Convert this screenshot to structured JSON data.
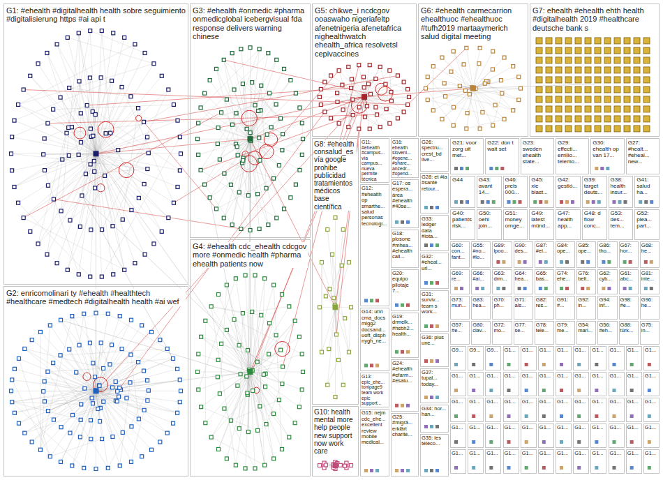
{
  "diagram": {
    "nodes": [
      {
        "text": [
          "G1: #ehealth #digitalhealth health sobre seguimiento #digitalisierung https #ai api t"
        ]
      },
      {
        "text": [
          "G3: #ehealth #onmedic #pharma onmedicglobal icebergvisual fda response delivers warning chinese"
        ]
      },
      {
        "text": [
          "G5: chikwe_i ncdcgov ooaswaho nigeriafeltp afenetnigeria afenetafrica nighealthwatch ehealth_africa resolvetsl cepivaccines"
        ]
      },
      {
        "text": [
          "G6: #ehealth carmecarrion ehealthuoc #ehealthuoc #tufh2019 martaaymerich salud digital meeting"
        ]
      },
      {
        "text": [
          "G7: ehealth #ehealth ehth health #digitalhealth 2019 #healthcare deutsche bank s"
        ]
      },
      {
        "text": [
          "G8: #ehealth consalud_es vía google prohibe publicidad tratamientos médicos base científica"
        ]
      },
      {
        "text": [
          "G11: #ehealth #campus... vía campus... nueva permite técnica"
        ]
      },
      {
        "text": [
          "G12: #ehealth op smarthe... salud personas tecnologí..."
        ]
      },
      {
        "text": [
          "G14: uhn cma_docs mlgg2 docsand... uoft_dlsph nygh_ne..."
        ]
      },
      {
        "text": [
          "G13: epic_ehe... tonipage9 team work epic support..."
        ]
      },
      {
        "text": [
          "G15: nejm cdc_ehe... excellent review mobile medical..."
        ]
      },
      {
        "text": [
          "G16: ehealth sloveni... #opene... #share... anzedr... #opend..."
        ]
      },
      {
        "text": [
          "G17: os espera... área #ehealth #40se..."
        ]
      },
      {
        "text": [
          "G18: plosone #mhea... #ehealth call..."
        ]
      },
      {
        "text": [
          "G20: equipo pilotaje 7..."
        ]
      },
      {
        "text": [
          "G19: drmelk... #hsbh2... health..."
        ]
      },
      {
        "text": [
          "G24: #ehealth #efarm... #esalu..."
        ]
      },
      {
        "text": [
          "G25: #migrä... erklärt charité..."
        ]
      },
      {
        "text": [
          "G26: spectru... crest_bd live..."
        ]
      },
      {
        "text": [
          "G28: et #ia #santé retour..."
        ]
      },
      {
        "text": [
          "G33: ledger data #iota..."
        ]
      },
      {
        "text": [
          "G32: #eheal... url..."
        ]
      },
      {
        "text": [
          "G31: surviv... team s work..."
        ]
      },
      {
        "text": [
          "G36: plus une..."
        ]
      },
      {
        "text": [
          "G37: tupal... today..."
        ]
      },
      {
        "text": [
          "G34: hor... han..."
        ]
      },
      {
        "text": [
          "G35: les téléco..."
        ]
      },
      {
        "text": [
          "G21: voor zorg uit met..."
        ]
      },
      {
        "text": [
          "G22: don t wait set"
        ]
      },
      {
        "text": [
          "G23: sweden ehealth state..."
        ]
      },
      {
        "text": [
          "G29: effecti... emilio... telemo..."
        ]
      },
      {
        "text": [
          "G30: ehealth op van 17..."
        ]
      },
      {
        "text": [
          "G27: #healt... #eheal... new..."
        ]
      },
      {
        "text": [
          "G44"
        ]
      },
      {
        "text": [
          "G43: avant 14..."
        ]
      },
      {
        "text": [
          "G46: preis 000..."
        ]
      },
      {
        "text": [
          "G45: xie blast..."
        ]
      },
      {
        "text": [
          "G42: gestió..."
        ]
      },
      {
        "text": [
          "G39: target deuts..."
        ]
      },
      {
        "text": [
          "G38: health insur..."
        ]
      },
      {
        "text": [
          "G41: salud ha..."
        ]
      },
      {
        "text": [
          "G40: patients risk..."
        ]
      },
      {
        "text": [
          "G50: oehi join..."
        ]
      },
      {
        "text": [
          "G51: money ornge..."
        ]
      },
      {
        "text": [
          "G49: latest münd..."
        ]
      },
      {
        "text": [
          "G47: health app..."
        ]
      },
      {
        "text": [
          "G48: d flow conc..."
        ]
      },
      {
        "text": [
          "G53: des... tem..."
        ]
      },
      {
        "text": [
          "G52: plea... part..."
        ]
      },
      {
        "text": [
          "G60: con... fant..."
        ]
      },
      {
        "text": [
          "G55: #no... #lo..."
        ]
      },
      {
        "text": [
          "G89: lpoo..."
        ]
      },
      {
        "text": [
          "G90: des..."
        ]
      },
      {
        "text": [
          "G87: #ei..."
        ]
      },
      {
        "text": [
          "G84: ope..."
        ]
      },
      {
        "text": [
          "G85: ope..."
        ]
      },
      {
        "text": [
          "G86: tho..."
        ]
      },
      {
        "text": [
          "G67: hor..."
        ]
      },
      {
        "text": [
          "G68: he..."
        ]
      },
      {
        "text": [
          "G69: re..."
        ]
      },
      {
        "text": [
          "G66: #ai..."
        ]
      },
      {
        "text": [
          "G63: drm..."
        ]
      },
      {
        "text": [
          "G64: hea..."
        ]
      },
      {
        "text": [
          "G65: bas..."
        ]
      },
      {
        "text": [
          "G74: ehe..."
        ]
      },
      {
        "text": [
          "G76: belt..."
        ]
      },
      {
        "text": [
          "G62: cyb..."
        ]
      },
      {
        "text": [
          "G61: abc..."
        ]
      },
      {
        "text": [
          "G81: inte..."
        ]
      },
      {
        "text": [
          "G73: mun..."
        ]
      },
      {
        "text": [
          "G83: hea..."
        ]
      },
      {
        "text": [
          "G70: ph..."
        ]
      },
      {
        "text": [
          "G71: als..."
        ]
      },
      {
        "text": [
          "G82: res..."
        ]
      },
      {
        "text": [
          "G91: #..."
        ]
      },
      {
        "text": [
          "G92: in..."
        ]
      },
      {
        "text": [
          "G94: inf..."
        ]
      },
      {
        "text": [
          "G98: #e..."
        ]
      },
      {
        "text": [
          "G96: he..."
        ]
      },
      {
        "text": [
          "G57: #e..."
        ]
      },
      {
        "text": [
          "G80: clav..."
        ]
      },
      {
        "text": [
          "G72: mo..."
        ]
      },
      {
        "text": [
          "G77: se..."
        ]
      },
      {
        "text": [
          "G78: tele..."
        ]
      },
      {
        "text": [
          "G79: me..."
        ]
      },
      {
        "text": [
          "G54: mari..."
        ]
      },
      {
        "text": [
          "G56: #eh..."
        ]
      },
      {
        "text": [
          "G88: türk..."
        ]
      },
      {
        "text": [
          "G75: in..."
        ]
      },
      {
        "text": [
          "G9..."
        ]
      },
      {
        "text": [
          "G9..."
        ]
      },
      {
        "text": [
          "G9..."
        ]
      },
      {
        "text": [
          "G1..."
        ]
      },
      {
        "text": [
          "G1..."
        ]
      },
      {
        "text": [
          "G1..."
        ]
      },
      {
        "text": [
          "G1..."
        ]
      },
      {
        "text": [
          "G1..."
        ]
      },
      {
        "text": [
          "G1..."
        ]
      },
      {
        "text": [
          "G1..."
        ]
      },
      {
        "text": [
          "G1..."
        ]
      },
      {
        "text": [
          "G1..."
        ]
      },
      {
        "text": [
          "G1..."
        ]
      },
      {
        "text": [
          "G1..."
        ]
      },
      {
        "text": [
          "G1..."
        ]
      },
      {
        "text": [
          "G1..."
        ]
      },
      {
        "text": [
          "G1..."
        ]
      },
      {
        "text": [
          "G1..."
        ]
      },
      {
        "text": [
          "G1..."
        ]
      },
      {
        "text": [
          "G1..."
        ]
      },
      {
        "text": [
          "G1..."
        ]
      },
      {
        "text": [
          "G1..."
        ]
      },
      {
        "text": [
          "G1..."
        ]
      },
      {
        "text": [
          "G1..."
        ]
      },
      {
        "text": [
          "G1..."
        ]
      },
      {
        "text": [
          "G1..."
        ]
      },
      {
        "text": [
          "G1..."
        ]
      },
      {
        "text": [
          "G1..."
        ]
      },
      {
        "text": [
          "G1..."
        ]
      },
      {
        "text": [
          "G1..."
        ]
      },
      {
        "text": [
          "G1..."
        ]
      },
      {
        "text": [
          "G1..."
        ]
      },
      {
        "text": [
          "G1..."
        ]
      },
      {
        "text": [
          "G1..."
        ]
      },
      {
        "text": [
          "G1..."
        ]
      },
      {
        "text": [
          "G1..."
        ]
      },
      {
        "text": [
          "G1..."
        ]
      },
      {
        "text": [
          "G1..."
        ]
      },
      {
        "text": [
          "G1..."
        ]
      },
      {
        "text": [
          "G1..."
        ]
      },
      {
        "text": [
          "G1..."
        ]
      },
      {
        "text": [
          "G1..."
        ]
      },
      {
        "text": [
          "G1..."
        ]
      },
      {
        "text": [
          "G1..."
        ]
      },
      {
        "text": [
          "G1..."
        ]
      },
      {
        "text": [
          "G1..."
        ]
      },
      {
        "text": [
          "G1..."
        ]
      },
      {
        "text": [
          "G1..."
        ]
      },
      {
        "text": [
          "G1..."
        ]
      },
      {
        "text": [
          "G1..."
        ]
      },
      {
        "text": [
          "G1..."
        ]
      },
      {
        "text": [
          "G1..."
        ]
      },
      {
        "text": [
          "G1..."
        ]
      },
      {
        "text": [
          "G1..."
        ]
      },
      {
        "text": [
          "G1..."
        ]
      },
      {
        "text": [
          "G1..."
        ]
      },
      {
        "text": [
          "G1..."
        ]
      },
      {
        "text": [
          "G1..."
        ]
      },
      {
        "text": [
          "G1..."
        ]
      },
      {
        "text": [
          "G1..."
        ]
      },
      {
        "text": [
          "G2: enricomolinari ty #ehealth #healthtech #healthcare #medtech #digitalhealth health #ai wef"
        ]
      },
      {
        "text": [
          "G4: #ehealth cdc_ehealth cdcgov more #onmedic health #pharma ehealth patients now"
        ]
      },
      {
        "text": [
          "G10: health mental more help people new support now work care"
        ]
      }
    ]
  }
}
